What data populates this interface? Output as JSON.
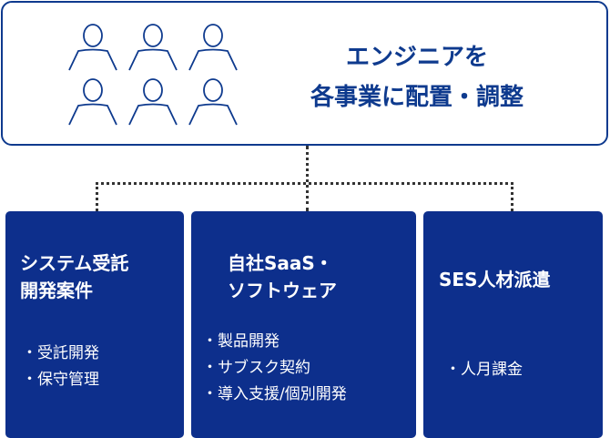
{
  "header": {
    "title_line1": "エンジニアを",
    "title_line2": "各事業に配置・調整",
    "icon": "people-icon"
  },
  "cards": [
    {
      "title_line1": "システム受託",
      "title_line2": "開発案件",
      "items": [
        "受託開発",
        "保守管理"
      ]
    },
    {
      "title_line1": "自社SaaS・",
      "title_line2": "ソフトウェア",
      "items": [
        "製品開発",
        "サブスク契約",
        "導入支援/個別開発"
      ]
    },
    {
      "title_line1": "SES人材派遣",
      "items": [
        "人月課金"
      ]
    }
  ],
  "colors": {
    "primary": "#0d2f8c"
  }
}
